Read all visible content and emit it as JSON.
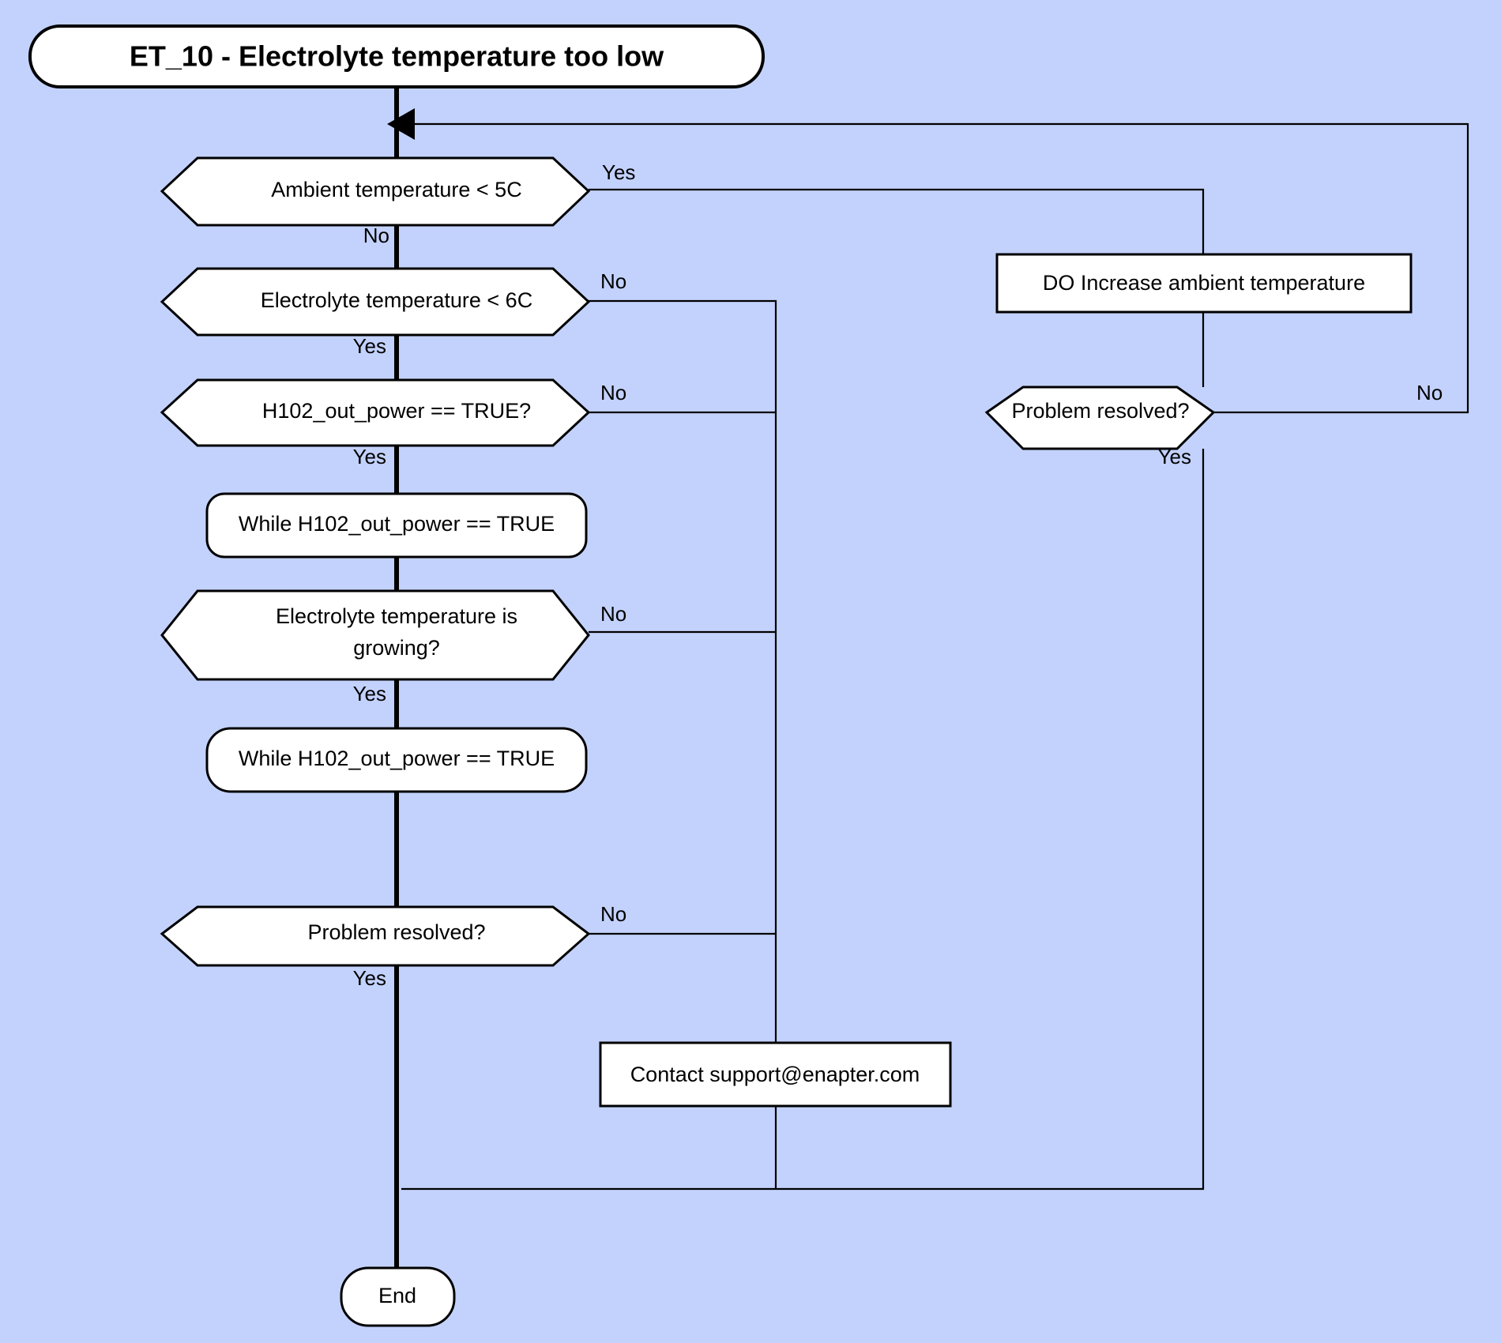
{
  "diagram": {
    "background_color": "#c3d2fc",
    "node_fill": "#ffffff",
    "line_color": "#000000",
    "title": "ET_10 - Electrolyte temperature too low"
  },
  "nodes": {
    "title": "ET_10 - Electrolyte temperature too low",
    "ambient_temp": "Ambient temperature < 5C",
    "electrolyte_temp": "Electrolyte temperature < 6C",
    "h102_check": "H102_out_power == TRUE?",
    "while_loop_1": "While H102_out_power == TRUE",
    "temp_growing_line1": "Electrolyte temperature is",
    "temp_growing_line2": "growing?",
    "while_loop_2": "While H102_out_power == TRUE",
    "problem_resolved_left": "Problem resolved?",
    "contact_support": "Contact support@enapter.com",
    "do_increase_ambient": "DO Increase ambient temperature",
    "problem_resolved_right": "Problem resolved?",
    "end": "End"
  },
  "edge_labels": {
    "ambient_yes": "Yes",
    "ambient_no": "No",
    "electrolyte_no": "No",
    "electrolyte_yes": "Yes",
    "h102_no": "No",
    "h102_yes": "Yes",
    "growing_no": "No",
    "growing_yes": "Yes",
    "resolved_left_no": "No",
    "resolved_left_yes": "Yes",
    "resolved_right_no": "No",
    "resolved_right_yes": "Yes"
  }
}
